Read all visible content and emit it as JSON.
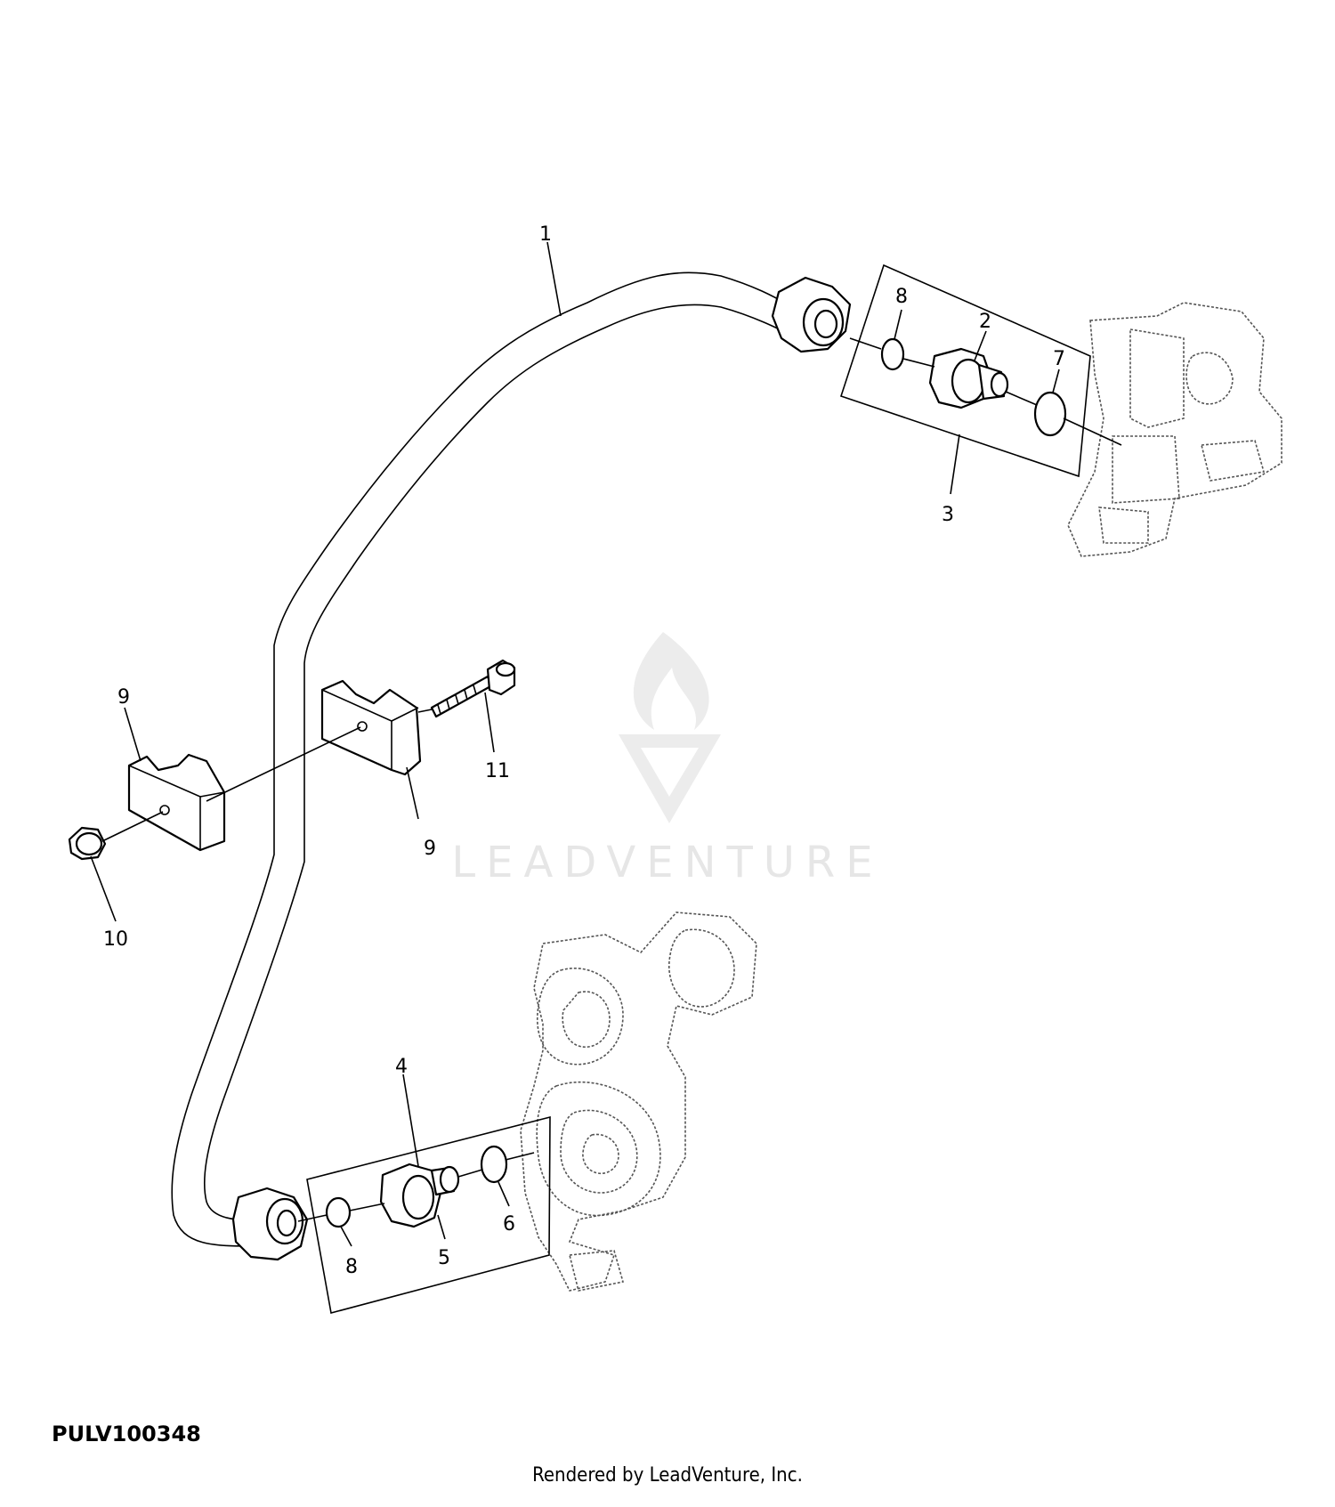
{
  "callouts": {
    "c1": "1",
    "c2": "2",
    "c3": "3",
    "c4": "4",
    "c5": "5",
    "c6": "6",
    "c7": "7",
    "c8_top": "8",
    "c8_bottom": "8",
    "c9_left": "9",
    "c9_mid": "9",
    "c10": "10",
    "c11": "11"
  },
  "figure_code": "PULV100348",
  "render_credit": "Rendered by LeadVenture, Inc.",
  "watermark": "LEADVENTURE"
}
